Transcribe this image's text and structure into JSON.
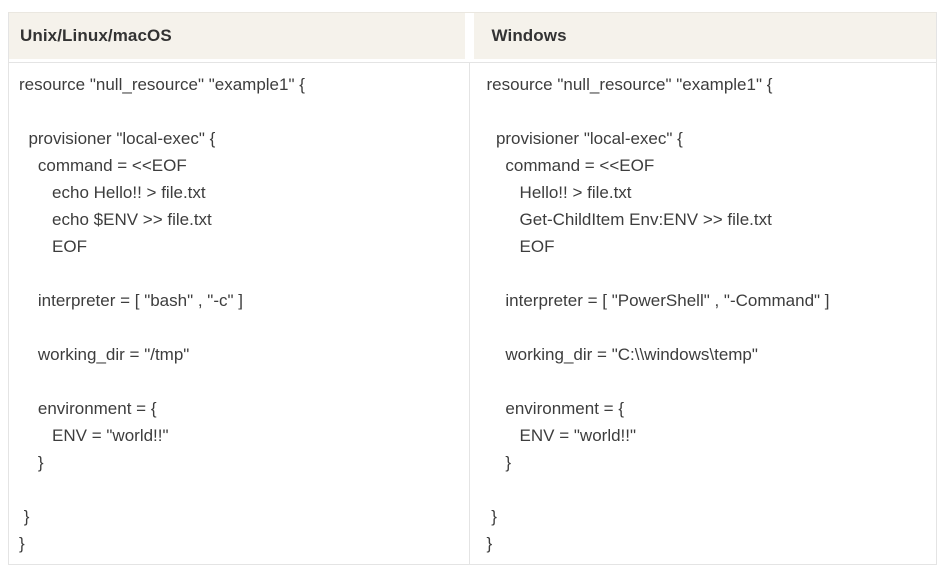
{
  "table": {
    "columns": [
      {
        "header": "Unix/Linux/macOS",
        "code_lines": [
          "resource \"null_resource\" \"example1\" {",
          "",
          "  provisioner \"local-exec\" {",
          "    command = <<EOF",
          "       echo Hello!! > file.txt",
          "       echo $ENV >> file.txt",
          "       EOF",
          "",
          "    interpreter = [ \"bash\" , \"-c\" ]",
          "",
          "    working_dir = \"/tmp\"",
          "",
          "    environment = {",
          "       ENV = \"world!!\"",
          "    }",
          "",
          " }",
          "}"
        ]
      },
      {
        "header": "Windows",
        "code_lines": [
          "resource \"null_resource\" \"example1\" {",
          "",
          "  provisioner \"local-exec\" {",
          "    command = <<EOF",
          "       Hello!! > file.txt",
          "       Get-ChildItem Env:ENV >> file.txt",
          "       EOF",
          "",
          "    interpreter = [ \"PowerShell\" , \"-Command\" ]",
          "",
          "    working_dir = \"C:\\\\windows\\temp\"",
          "",
          "    environment = {",
          "       ENV = \"world!!\"",
          "    }",
          "",
          " }",
          "}"
        ]
      }
    ]
  },
  "colors": {
    "header_bg": "#f5f2eb",
    "border": "#e4e4e4",
    "text": "#3d3d3d",
    "header_text": "#333333",
    "background": "#ffffff"
  }
}
